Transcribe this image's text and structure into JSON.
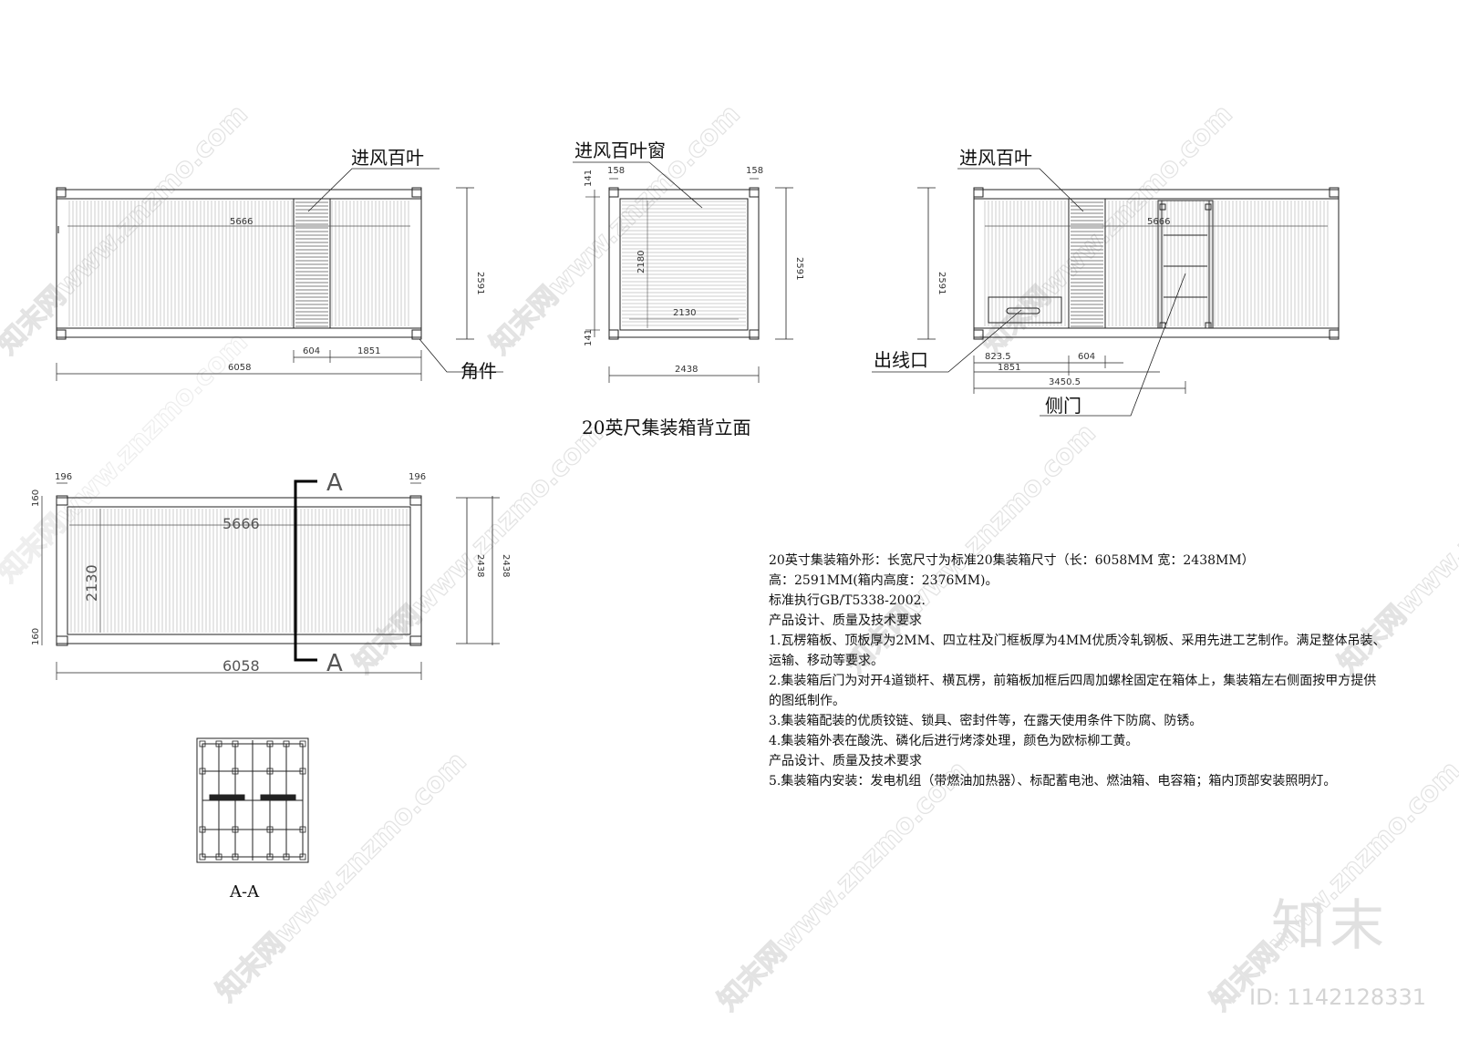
{
  "watermark_text": "知末网www.znzmo.com",
  "logo_text": "知末",
  "id_text": "ID: 1142128331",
  "side_view_left": {
    "label_louver": "进风百叶",
    "label_corner": "角件",
    "dim_inner": "5666",
    "dim_height": "2591",
    "dim_louver": "604",
    "dim_offset": "1851",
    "dim_total": "6058"
  },
  "back_view": {
    "label_louver": "进风百叶窗",
    "dim_top_left": "158",
    "dim_top_right": "158",
    "dim_inner_height": "2180",
    "dim_inner_width": "2130",
    "dim_height": "2591",
    "dim_width": "2438",
    "dim_edge_top": "141",
    "dim_edge_bottom": "141",
    "caption": "20英尺集装箱背立面"
  },
  "side_view_right": {
    "label_louver": "进风百叶",
    "label_outlet": "出线口",
    "label_side_door": "侧门",
    "dim_inner": "5666",
    "dim_height": "2591",
    "dim_outlet": "823.5",
    "dim_louver": "604",
    "dim_offset": "1851",
    "dim_door": "3450.5"
  },
  "plan_view": {
    "dim_left_top": "196",
    "dim_right_top": "196",
    "dim_side_top": "160",
    "dim_side_bottom": "160",
    "dim_inner": "5666",
    "dim_inner_height": "2130",
    "dim_height_a": "2438",
    "dim_height_b": "2438",
    "dim_total": "6058",
    "section_mark_top": "A",
    "section_mark_bottom": "A"
  },
  "section_view": {
    "caption": "A-A"
  },
  "notes": {
    "line1": "20英寸集装箱外形：长宽尺寸为标准20集装箱尺寸（长：6058MM 宽：2438MM）",
    "line2": "高：2591MM(箱内高度：2376MM)。",
    "line3": "标准执行GB/T5338-2002.",
    "line4": "产品设计、质量及技术要求",
    "line5": "1.瓦楞箱板、顶板厚为2MM、四立柱及门框板厚为4MM优质冷轧钢板、采用先进工艺制作。满足整体吊装、运输、移动等要求。",
    "line6": "2.集装箱后门为对开4道锁杆、横瓦楞，前箱板加框后四周加螺栓固定在箱体上，集装箱左右侧面按甲方提供的图纸制作。",
    "line7": "3.集装箱配装的优质铰链、锁具、密封件等，在露天使用条件下防腐、防锈。",
    "line8": "4.集装箱外表在酸洗、磷化后进行烤漆处理，颜色为欧标柳工黄。",
    "line9": "产品设计、质量及技术要求",
    "line10": "5.集装箱内安装：发电机组（带燃油加热器）、标配蓄电池、燃油箱、电容箱；箱内顶部安装照明灯。"
  }
}
